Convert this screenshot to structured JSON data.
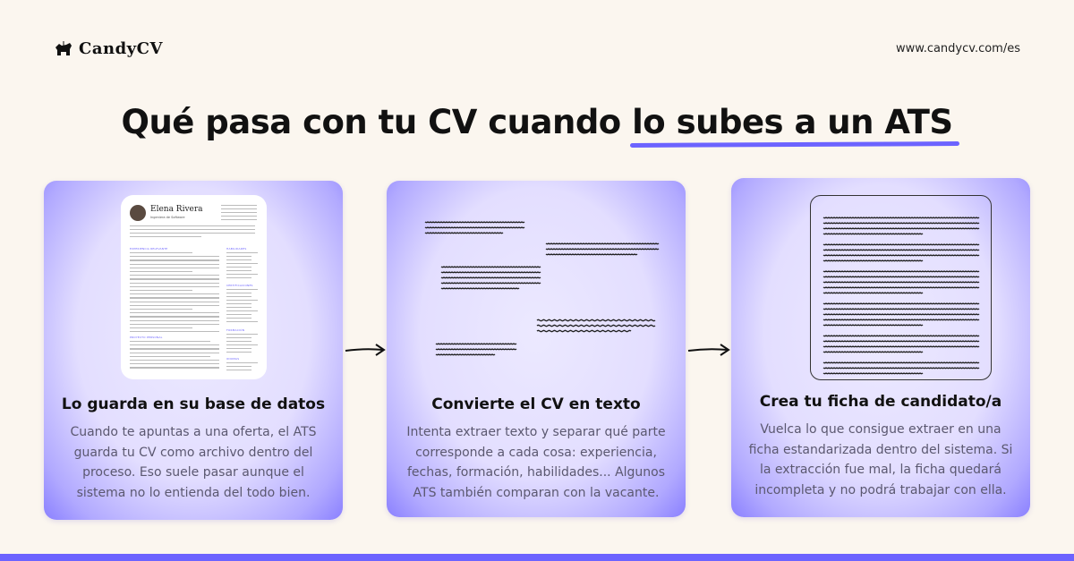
{
  "brand": {
    "name": "CandyCV",
    "logo_icon": "dog-icon",
    "url": "www.candycv.com/es"
  },
  "headline": {
    "before": "Qué pasa con tu CV cuando ",
    "highlight": "lo subes a un ATS",
    "accent": "#6c63ff"
  },
  "resume": {
    "name": "Elena Rivera",
    "role": "Ingeniera de Software",
    "sections": [
      "EXPERIENCIA RELEVANTE",
      "PROYECTO PERSONAL",
      "HABILIDADES",
      "CERTIFICACIONES",
      "FORMACIÓN",
      "IDIOMAS"
    ]
  },
  "cards": [
    {
      "title": "Lo guarda en su base de datos",
      "text": "Cuando te apuntas a una oferta, el ATS guarda tu CV como archivo dentro del proceso. Eso suele pasar aunque el sistema no lo entienda del todo bien."
    },
    {
      "title": "Convierte el CV en texto",
      "text": "Intenta extraer texto y separar qué parte corresponde a cada cosa: experiencia, fechas, formación, habilidades... Algunos ATS también comparan con la vacante."
    },
    {
      "title": "Crea tu ficha de candidato/a",
      "text": "Vuelca lo que consigue extraer en una ficha estandarizada dentro del sistema. Si la extracción fue mal, la ficha quedará incompleta y no podrá trabajar con ella."
    }
  ],
  "colors": {
    "background": "#fbf6ef",
    "accent": "#6c63ff",
    "card_edge": "#8a80ff",
    "card_center": "#ece9ff"
  }
}
